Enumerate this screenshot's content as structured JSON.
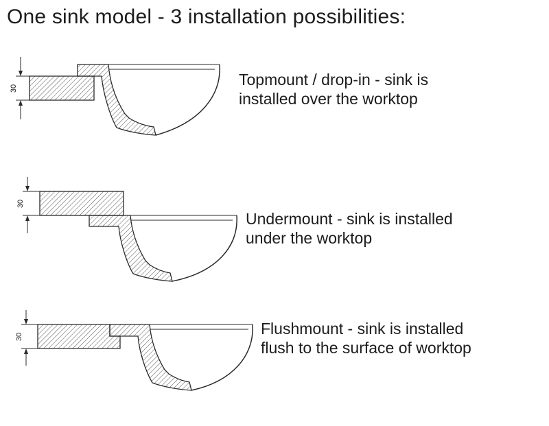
{
  "title": "One sink model - 3 installation possibilities:",
  "rows": [
    {
      "name": "topmount",
      "dim": "30",
      "line1": "Topmount / drop-in - sink is",
      "line2": "installed over the worktop"
    },
    {
      "name": "undermount",
      "dim": "30",
      "line1": "Undermount - sink is installed",
      "line2": "under the worktop"
    },
    {
      "name": "flushmount",
      "dim": "30",
      "line1": "Flushmount - sink is installed",
      "line2": "flush to the surface of worktop"
    }
  ]
}
